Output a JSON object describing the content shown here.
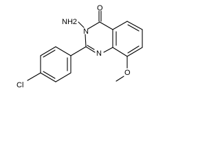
{
  "molecule": {
    "atoms": {
      "amino": "NH2",
      "n3": "N",
      "n1": "N",
      "carbonyl_o": "O",
      "methoxy_o": "O",
      "chlorine": "Cl"
    },
    "colors": {
      "bond": "#000000",
      "label": "#000000",
      "background": "#ffffff"
    }
  }
}
